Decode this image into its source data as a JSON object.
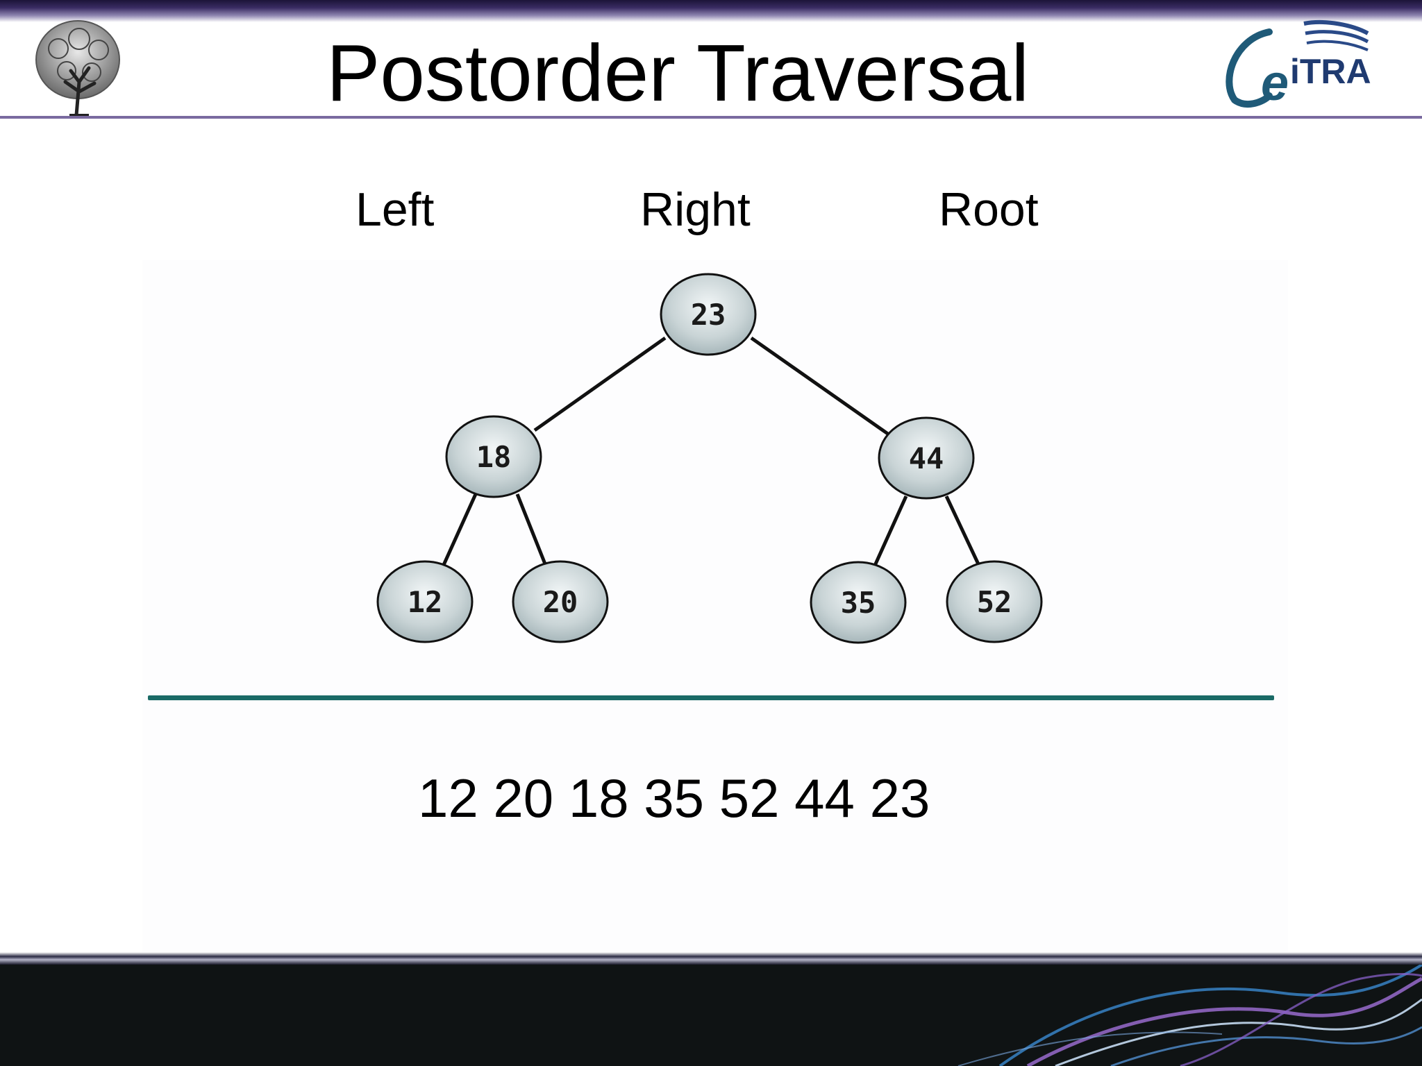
{
  "header": {
    "title": "Postorder Traversal",
    "brand_logo_text": "eiTRA",
    "accent_color": "#3a2c63",
    "rule_color": "#7a6aa0"
  },
  "labels": {
    "left": "Left",
    "right": "Right",
    "root": "Root"
  },
  "tree": {
    "root": "23",
    "left_child": "18",
    "right_child": "44",
    "left_left": "12",
    "left_right": "20",
    "right_left": "35",
    "right_right": "52",
    "node_fill": "#c9d4d6",
    "edge_color": "#111111"
  },
  "divider_color": "#1a6a66",
  "result": "12 20 18 35 52 44 23",
  "footer": {
    "band_color": "#0f1314",
    "swirl_colors": [
      "#3a8ad0",
      "#a070d8",
      "#d0e8ff"
    ]
  }
}
